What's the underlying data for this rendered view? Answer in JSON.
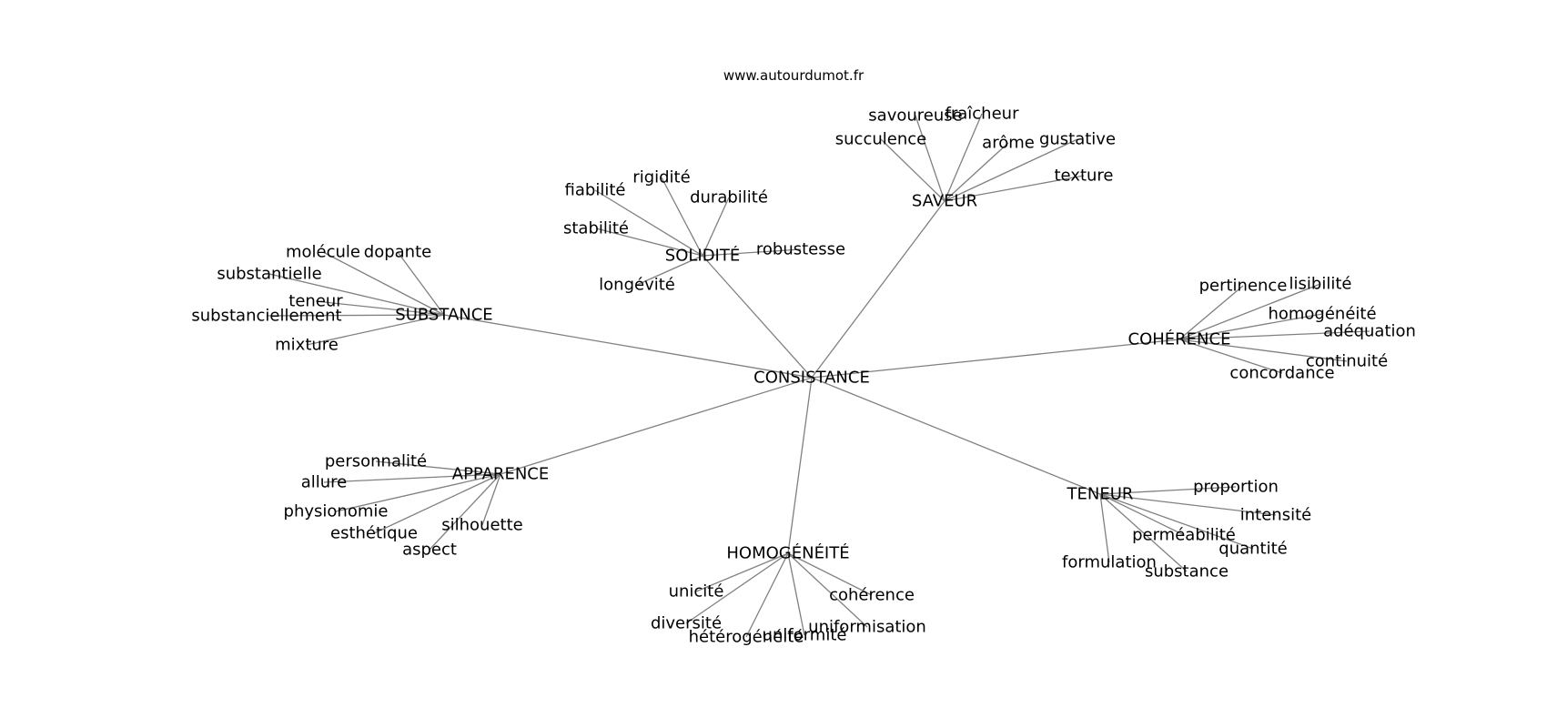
{
  "site": "www.autourdumot.fr",
  "center": "CONSISTANCE",
  "clusters": [
    {
      "hub": "SAVEUR",
      "leaves": [
        "savoureuse",
        "fraîcheur",
        "succulence",
        "arôme",
        "gustative",
        "texture"
      ]
    },
    {
      "hub": "SOLIDITÉ",
      "leaves": [
        "fiabilité",
        "rigidité",
        "durabilité",
        "stabilité",
        "robustesse",
        "longévité"
      ]
    },
    {
      "hub": "SUBSTANCE",
      "leaves": [
        "molécule",
        "dopante",
        "substantielle",
        "teneur",
        "substanciellement",
        "mixture"
      ]
    },
    {
      "hub": "COHÉRENCE",
      "leaves": [
        "pertinence",
        "lisibilité",
        "homogénéité",
        "adéquation",
        "continuité",
        "concordance"
      ]
    },
    {
      "hub": "APPARENCE",
      "leaves": [
        "personnalité",
        "allure",
        "physionomie",
        "esthétique",
        "silhouette",
        "aspect"
      ]
    },
    {
      "hub": "HOMOGÉNÉITÉ",
      "leaves": [
        "unicité",
        "cohérence",
        "diversité",
        "hétérogénéité",
        "uniformité",
        "uniformisation"
      ]
    },
    {
      "hub": "TENEUR",
      "leaves": [
        "proportion",
        "intensité",
        "perméabilité",
        "quantité",
        "formulation",
        "substance"
      ]
    }
  ]
}
